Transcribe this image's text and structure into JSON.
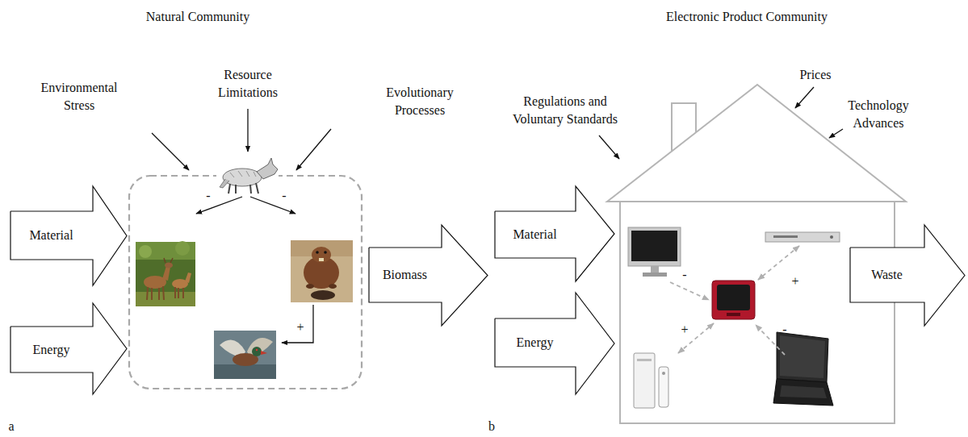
{
  "diagram": {
    "nodes": [
      {
        "text": [
          "Material"
        ]
      },
      {
        "text": [
          "Energy"
        ]
      },
      {
        "text": [
          "Biomass"
        ]
      },
      {
        "text": [
          "Material"
        ]
      },
      {
        "text": [
          "Energy"
        ]
      },
      {
        "text": [
          "Waste"
        ]
      }
    ],
    "labels": [
      "Natural Community",
      "Environmental Stress",
      "Resource Limitations",
      "Evolutionary Processes",
      "-",
      "-",
      "+",
      "Electronic Product Community",
      "Regulations and Voluntary Standards",
      "Prices",
      "Technology Advances",
      "-",
      "+",
      "+",
      "-",
      "a",
      "b"
    ]
  }
}
